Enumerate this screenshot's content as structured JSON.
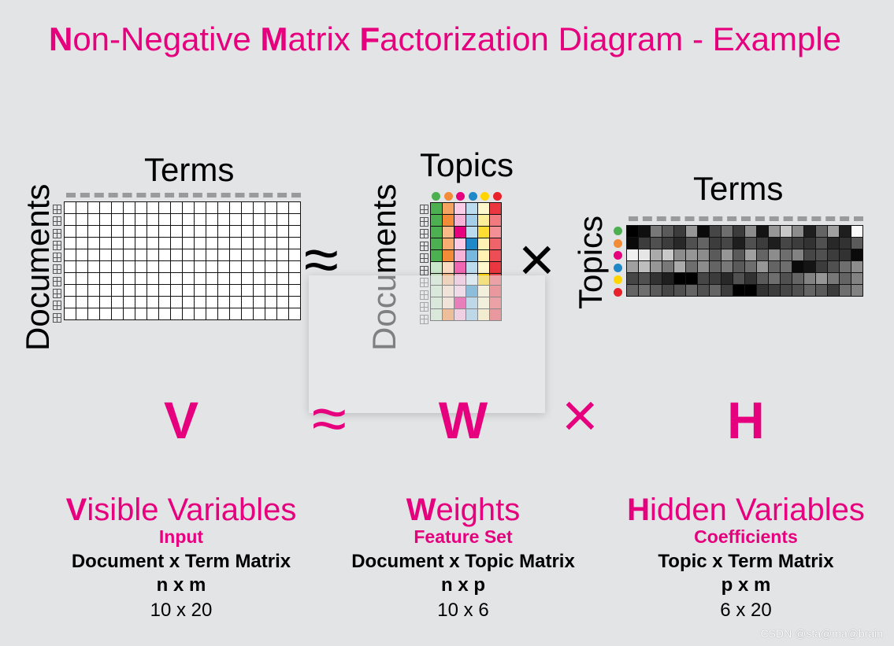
{
  "title": {
    "p1": "N",
    "p2": "on-Negative ",
    "p3": "M",
    "p4": "atrix ",
    "p5": "F",
    "p6": "actorization Diagram - Example"
  },
  "v_matrix": {
    "col_label": "Terms",
    "row_label": "Documents",
    "rows": 10,
    "cols": 20
  },
  "w_matrix": {
    "col_label": "Topics",
    "row_label": "Documents",
    "topic_colors": [
      "#4caf50",
      "#f28c38",
      "#e6007e",
      "#1e88c8",
      "#ffd500",
      "#e8212b"
    ],
    "row_opacity": [
      [
        1,
        0.8,
        0.2,
        0.3,
        0.2,
        0.9
      ],
      [
        1,
        1,
        0.3,
        0.4,
        0.4,
        0.6
      ],
      [
        1,
        0.6,
        1,
        0.3,
        0.8,
        0.5
      ],
      [
        1,
        0.7,
        0.2,
        1,
        0.3,
        0.7
      ],
      [
        1,
        1,
        0.3,
        0.6,
        0.3,
        0.8
      ],
      [
        0.3,
        0.3,
        0.6,
        0.3,
        0.2,
        0.9
      ],
      [
        0.3,
        0.6,
        0.3,
        0.2,
        1,
        0.8
      ],
      [
        0.3,
        0.3,
        0.2,
        1,
        0.2,
        0.9
      ],
      [
        0.3,
        0.3,
        1,
        0.5,
        0.2,
        0.8
      ],
      [
        0.3,
        1,
        0.3,
        0.5,
        0.3,
        0.9
      ]
    ]
  },
  "h_matrix": {
    "col_label": "Terms",
    "row_label": "Topics",
    "gray_levels": [
      [
        0,
        15,
        120,
        90,
        60,
        150,
        10,
        70,
        110,
        60,
        140,
        20,
        150,
        200,
        140,
        30,
        100,
        160,
        30,
        250
      ],
      [
        10,
        60,
        80,
        60,
        40,
        80,
        100,
        60,
        70,
        30,
        80,
        60,
        30,
        70,
        60,
        50,
        80,
        40,
        50,
        90
      ],
      [
        240,
        230,
        170,
        200,
        140,
        150,
        140,
        90,
        150,
        90,
        160,
        100,
        140,
        110,
        130,
        70,
        80,
        60,
        50,
        10
      ],
      [
        160,
        190,
        150,
        120,
        170,
        110,
        140,
        100,
        120,
        90,
        110,
        150,
        100,
        110,
        10,
        20,
        60,
        80,
        110,
        140
      ],
      [
        70,
        80,
        50,
        30,
        0,
        0,
        70,
        60,
        40,
        80,
        50,
        90,
        110,
        80,
        100,
        130,
        150,
        120,
        100,
        130
      ],
      [
        100,
        110,
        90,
        70,
        80,
        100,
        80,
        100,
        60,
        0,
        0,
        50,
        60,
        70,
        80,
        100,
        90,
        60,
        110,
        130
      ]
    ]
  },
  "operators": {
    "approx": "≈",
    "times": "×"
  },
  "letters": {
    "v": "V",
    "w": "W",
    "h": "H"
  },
  "columns": [
    {
      "head_initial": "V",
      "head_rest": "isible Variables",
      "sub": "Input",
      "line": "Document x Term Matrix",
      "dims": "n x m",
      "size": "10 x 20"
    },
    {
      "head_initial": "W",
      "head_rest": "eights",
      "sub": "Feature Set",
      "line": "Document x Topic Matrix",
      "dims": "n x p",
      "size": "10 x 6"
    },
    {
      "head_initial": "H",
      "head_rest": "idden Variables",
      "sub": "Coefficients",
      "line": "Topic x Term Matrix",
      "dims": "p x m",
      "size": "6 x 20"
    }
  ],
  "watermark": "CSDN @sta@ma@brain"
}
